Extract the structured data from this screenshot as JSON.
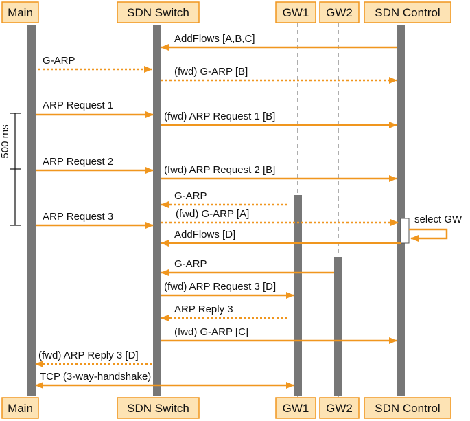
{
  "participants": [
    {
      "id": "main",
      "label": "Main"
    },
    {
      "id": "switch",
      "label": "SDN Switch"
    },
    {
      "id": "gw1",
      "label": "GW1"
    },
    {
      "id": "gw2",
      "label": "GW2"
    },
    {
      "id": "control",
      "label": "SDN Control"
    }
  ],
  "messages": [
    {
      "from": "control",
      "to": "switch",
      "label": "AddFlows [A,B,C]",
      "style": "solid"
    },
    {
      "from": "main",
      "to": "switch",
      "label": "G-ARP",
      "style": "dotted"
    },
    {
      "from": "switch",
      "to": "control",
      "label": "(fwd) G-ARP [B]",
      "style": "dotted"
    },
    {
      "from": "main",
      "to": "switch",
      "label": "ARP Request 1",
      "style": "solid"
    },
    {
      "from": "switch",
      "to": "control",
      "label": "(fwd) ARP Request 1 [B]",
      "style": "solid"
    },
    {
      "from": "main",
      "to": "switch",
      "label": "ARP Request 2",
      "style": "solid"
    },
    {
      "from": "switch",
      "to": "control",
      "label": "(fwd) ARP Request 2 [B]",
      "style": "solid"
    },
    {
      "from": "gw1",
      "to": "switch",
      "label": "G-ARP",
      "style": "dotted"
    },
    {
      "from": "main",
      "to": "switch",
      "label": "ARP Request 3",
      "style": "solid"
    },
    {
      "from": "switch",
      "to": "control",
      "label": "(fwd) G-ARP [A]",
      "style": "dotted"
    },
    {
      "from": "control",
      "to": "control",
      "label": "select GW",
      "style": "self"
    },
    {
      "from": "control",
      "to": "switch",
      "label": "AddFlows [D]",
      "style": "solid"
    },
    {
      "from": "gw2",
      "to": "switch",
      "label": "G-ARP",
      "style": "solid"
    },
    {
      "from": "switch",
      "to": "gw1",
      "label": "(fwd) ARP Request 3 [D]",
      "style": "solid"
    },
    {
      "from": "gw1",
      "to": "switch",
      "label": "ARP Reply 3",
      "style": "dotted"
    },
    {
      "from": "switch",
      "to": "control",
      "label": "(fwd) G-ARP [C]",
      "style": "solid"
    },
    {
      "from": "switch",
      "to": "main",
      "label": "(fwd) ARP Reply 3 [D]",
      "style": "dotted"
    },
    {
      "from": "main",
      "to": "gw1",
      "label": "TCP (3-way-handshake)",
      "style": "bidirectional"
    }
  ],
  "timing_label": "500 ms",
  "colors": {
    "arrow": "#f0961e",
    "header_fill": "#fde3b4",
    "header_border": "#f0961e",
    "lifeline": "#777777"
  }
}
